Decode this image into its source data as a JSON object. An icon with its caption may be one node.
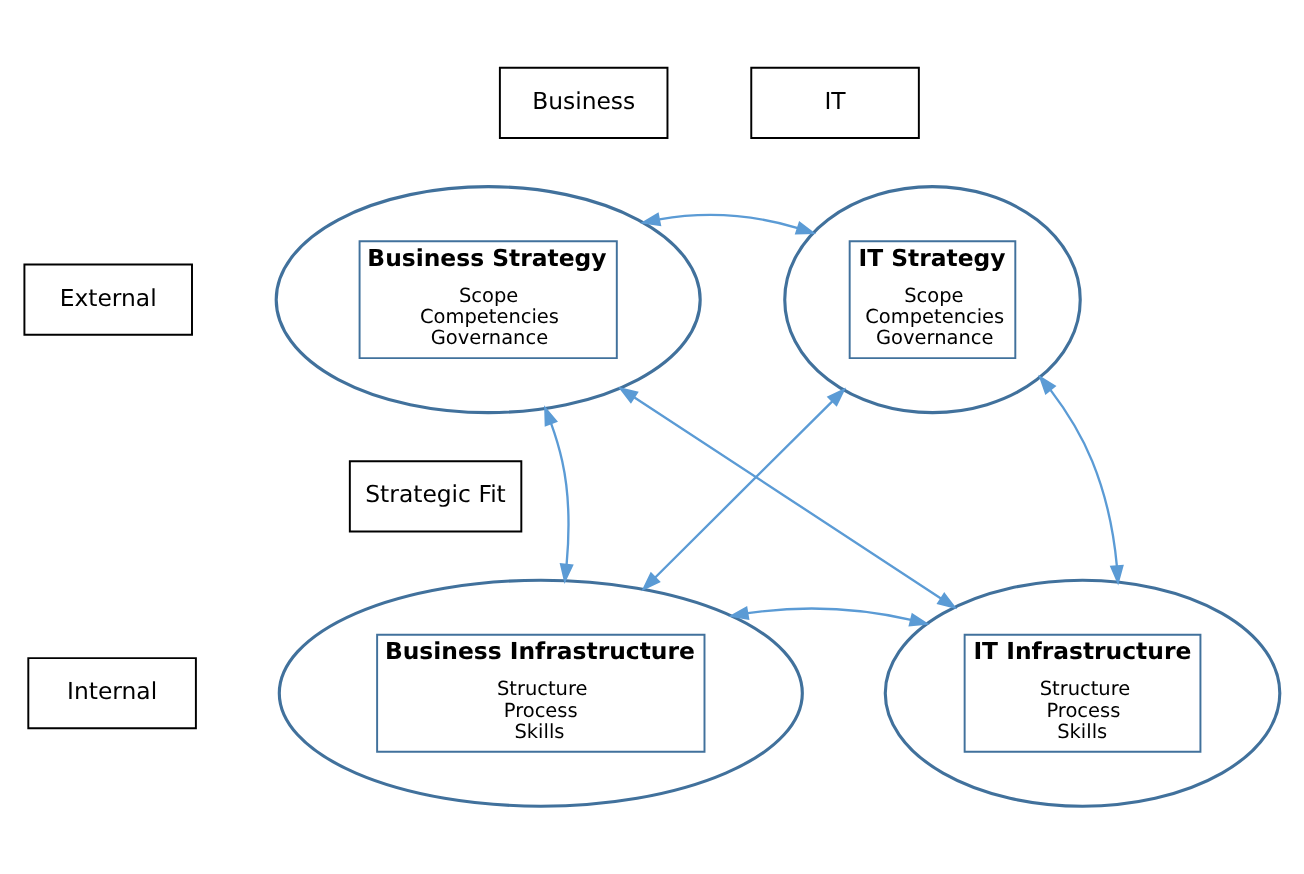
{
  "diagram": {
    "nodes": [
      {
        "text": [
          "Business"
        ]
      },
      {
        "text": [
          "IT"
        ]
      },
      {
        "text": [
          "External"
        ]
      },
      {
        "text": [
          "Business Strategy",
          "Scope Competencies Governance"
        ]
      },
      {
        "text": [
          "IT Strategy",
          "Scope Competencies Governance"
        ]
      },
      {
        "text": [
          "Strategic Fit"
        ]
      },
      {
        "text": [
          "Business Infrastructure",
          "Structure Process Skills"
        ]
      },
      {
        "text": [
          "Internal"
        ]
      },
      {
        "text": [
          "IT Infrastructure",
          "Structure Process Skills"
        ]
      }
    ],
    "edges": [
      {
        "from": 3,
        "to": 4,
        "arrow": "both"
      },
      {
        "from": 3,
        "to": 6,
        "arrow": "both"
      },
      {
        "from": 4,
        "to": 8,
        "arrow": "both"
      },
      {
        "from": 8,
        "to": 3,
        "arrow": "both"
      },
      {
        "from": 4,
        "to": 6,
        "arrow": "both"
      },
      {
        "from": 6,
        "to": 8,
        "arrow": "both"
      }
    ]
  }
}
